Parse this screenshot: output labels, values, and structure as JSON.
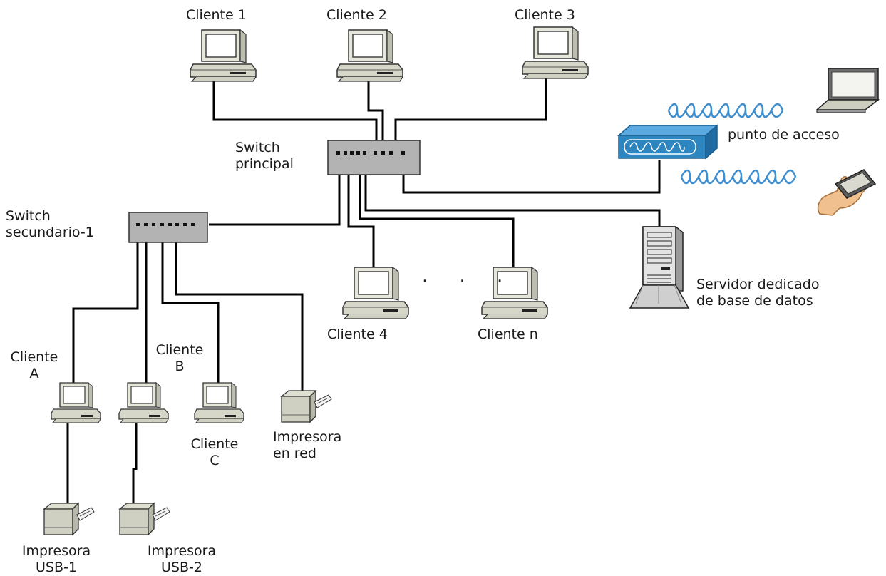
{
  "labels": {
    "cliente_1": "Cliente 1",
    "cliente_2": "Cliente 2",
    "cliente_3": "Cliente 3",
    "switch_principal": [
      "Switch",
      "principal"
    ],
    "punto_de_acceso": "punto de acceso",
    "switch_secundario": [
      "Switch",
      "secundario-1"
    ],
    "cliente_4": "Cliente 4",
    "cliente_n": "Cliente n",
    "ellipsis": "· · ·",
    "servidor": [
      "Servidor dedicado",
      "de base de datos"
    ],
    "cliente_a": [
      "Cliente",
      "A"
    ],
    "cliente_b": [
      "Cliente",
      "B"
    ],
    "cliente_c": [
      "Cliente",
      "C"
    ],
    "impresora_red": [
      "Impresora",
      "en red"
    ],
    "impresora_usb1": [
      "Impresora",
      "USB-1"
    ],
    "impresora_usb2": [
      "Impresora",
      "USB-2"
    ]
  },
  "colors": {
    "wire": "#000000",
    "switch_fill": "#b3b3b3",
    "access_point": "#2e86c1",
    "wifi_wave": "#3f8fd0",
    "computer_body": "#d6d6c9"
  },
  "icons": [
    "desktop-computer-icon",
    "switch-icon",
    "access-point-icon",
    "laptop-icon",
    "pda-hand-icon",
    "server-tower-icon",
    "printer-icon",
    "wifi-wave-icon"
  ]
}
